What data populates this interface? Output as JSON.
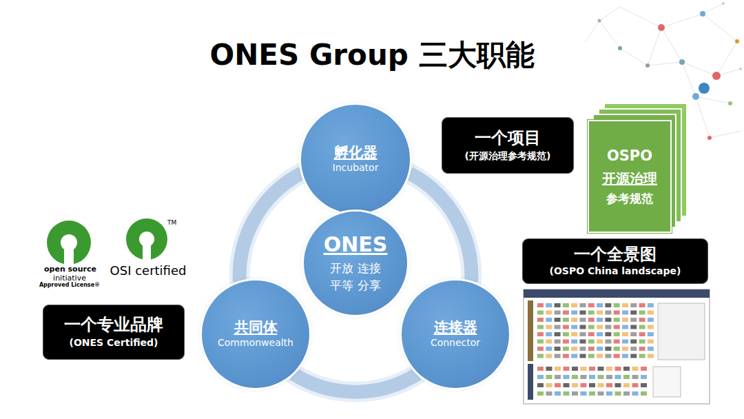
{
  "diagram": {
    "title": "ONES Group 三大职能",
    "nodes": [
      {
        "text": [
          "孵化器",
          "Incubator"
        ]
      },
      {
        "text": [
          "ONES",
          "开放 连接 平等 分享"
        ]
      },
      {
        "text": [
          "共同体",
          "Commonwealth"
        ]
      },
      {
        "text": [
          "连接器",
          "Connector"
        ]
      },
      {
        "text": [
          "一个项目",
          "(开源治理参考规范)"
        ]
      },
      {
        "text": [
          "OSPO",
          "开源治理",
          "参考规范"
        ]
      },
      {
        "text": [
          "一个全景图",
          "(OSPO China landscape)"
        ]
      },
      {
        "text": [
          "一个专业品牌",
          "(ONES Certified)"
        ]
      }
    ],
    "edges": [
      {
        "from": 0,
        "to": 3,
        "arrow": "none"
      },
      {
        "from": 3,
        "to": 2,
        "arrow": "none"
      },
      {
        "from": 2,
        "to": 0,
        "arrow": "none"
      }
    ],
    "labels": [
      "open source",
      "initiative",
      "Approved License®",
      "OSI certified",
      "TM"
    ]
  }
}
